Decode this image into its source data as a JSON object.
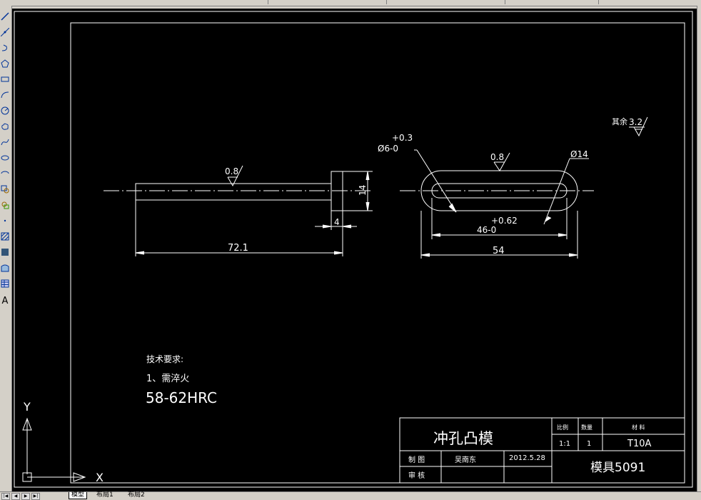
{
  "layout_tabs": [
    "模型",
    "布局1",
    "布局2"
  ],
  "active_tab": "模型",
  "toolbar_text_tool": "A",
  "ucs": {
    "x_label": "X",
    "y_label": "Y"
  },
  "drawing": {
    "part1": {
      "roughness": "0.8",
      "dim_length": "72.1",
      "dim_head_dia": "14",
      "dim_head_thk": "4"
    },
    "part2": {
      "roughness": "0.8",
      "tol_upper": "+0.3",
      "dim_dia6": "Ø6-0",
      "dim_dia14": "Ø14",
      "tol_upper_46": "+0.62",
      "dim_46": "46-0",
      "dim_54": "54"
    },
    "other_roughness_label": "其余",
    "other_roughness_value": "3.2",
    "tech_req_title": "技术要求:",
    "tech_req_line1": "1、需淬火",
    "tech_req_line2": "58-62HRC"
  },
  "title_block": {
    "part_name": "冲孔凸模",
    "scale_label": "比例",
    "qty_label": "数量",
    "material_label": "材  料",
    "scale_value": "1:1",
    "qty_value": "1",
    "material_value": "T10A",
    "drawn_label": "制  图",
    "drawn_by": "吴南东",
    "date": "2012.5.28",
    "check_label": "审  核",
    "drawing_no": "模具5091"
  }
}
